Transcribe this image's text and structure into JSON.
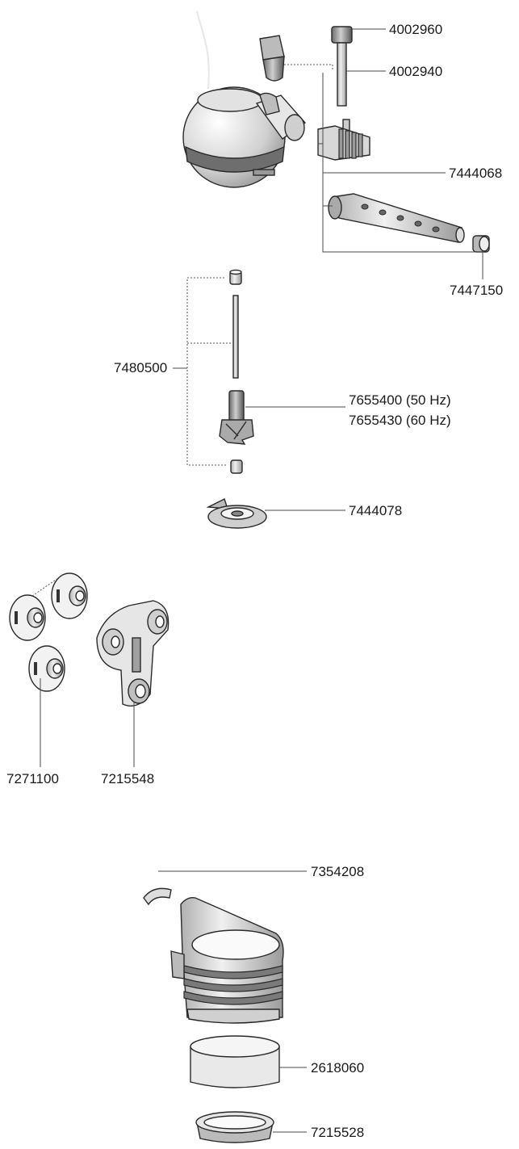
{
  "labels": {
    "p4002960": "4002960",
    "p4002940": "4002940",
    "p7444068": "7444068",
    "p7447150": "7447150",
    "p7480500": "7480500",
    "p7655400": "7655400 (50 Hz)",
    "p7655430": "7655430 (60 Hz)",
    "p7444078": "7444078",
    "p7271100": "7271100",
    "p7215548": "7215548",
    "p7354208": "7354208",
    "p2618060": "2618060",
    "p7215528": "7215528"
  },
  "colors": {
    "line": "#4a4a4a",
    "part_dark": "#8c8c8c",
    "part_mid": "#bdbdbd",
    "part_light": "#e3e3e3"
  }
}
